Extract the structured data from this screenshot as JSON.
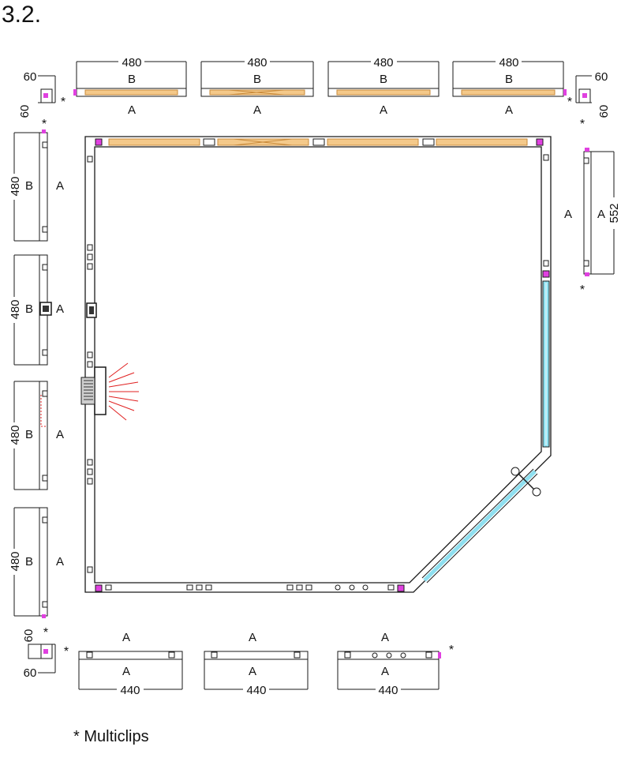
{
  "page": {
    "heading": "3.2.",
    "footnote": "* Multiclips"
  },
  "dims": {
    "d480": "480",
    "d440": "440",
    "d60": "60",
    "d552": "552"
  },
  "faces": {
    "a": "A",
    "b": "B"
  },
  "marker": "*",
  "colors": {
    "line": "#1a1a1a",
    "wood": "#f4c98a",
    "wood_stroke": "#c98a3a",
    "clip": "#e040e0",
    "glass": "#8fe0f0",
    "heater_rays": "#e02020"
  }
}
